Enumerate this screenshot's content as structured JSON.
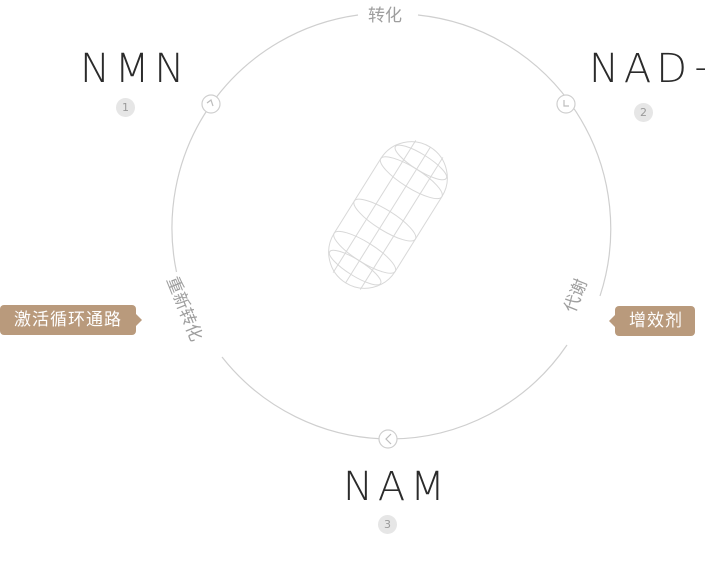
{
  "nodes": {
    "nmn": {
      "title": "NMN",
      "number": "1"
    },
    "nad": {
      "title": "NAD+",
      "number": "2"
    },
    "nam": {
      "title": "NAM",
      "number": "3"
    }
  },
  "arc_labels": {
    "top": "转化",
    "right": "代谢",
    "left": "重新转化"
  },
  "tags": {
    "left": "激活循环通路",
    "right": "增效剂"
  },
  "colors": {
    "ring": "#cfcfcf",
    "tag_bg": "#b99a7c",
    "text_dark": "#2b2b2b",
    "text_muted": "#9e9e9e"
  },
  "icons": {
    "arrow": "arrow-circle-icon",
    "capsule": "capsule-icon"
  }
}
